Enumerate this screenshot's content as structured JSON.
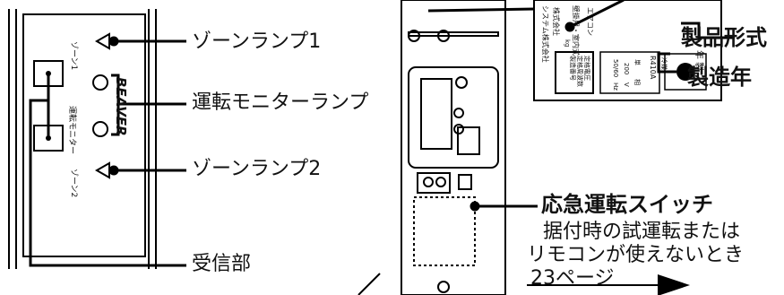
{
  "panel": {
    "zone1_small": "ゾーン1",
    "zone2_small": "ゾーン2",
    "monitor_small": "運転モニター",
    "brand": "BEAVER"
  },
  "callouts": {
    "zone_lamp_1": "ゾーンランプ1",
    "operation_monitor_lamp": "運転モニターランプ",
    "zone_lamp_2": "ゾーンランプ2",
    "receiver": "受信部",
    "product_model": "製品形式",
    "manufacture_year": "製造年",
    "emergency_switch": "応急運転スイッチ",
    "emergency_note_line1": "据付時の試運転または",
    "emergency_note_line2": "リモコンが使えないとき",
    "page_ref": "23ページ"
  },
  "nameplate": {
    "aircon": "エアコン",
    "usage": "壁掛用・室内式",
    "company": "株式会社",
    "company2": "システム株式会社",
    "year_label": "年 製",
    "cooling": "冷媒",
    "refrigerant": "R410A",
    "rated_voltage_label": "定格電圧",
    "rated_freq_label": "定格周波数",
    "serial_label": "製造番号",
    "voltage": "200",
    "voltage_unit": "V",
    "freq": "50/60",
    "freq_unit": "Hz",
    "phase": "単",
    "phase2": "相",
    "kg": "kg"
  }
}
